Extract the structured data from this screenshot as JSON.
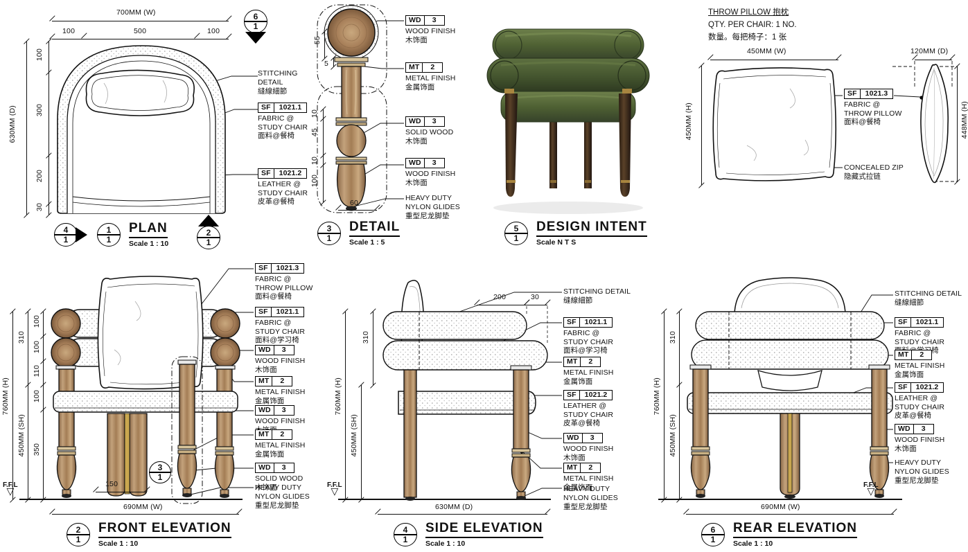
{
  "doc": {
    "background": "#ffffff",
    "line_color": "#111111"
  },
  "plan": {
    "marker_no": "1",
    "marker_sheet": "1",
    "title": "PLAN",
    "scale": "Scale 1 : 10",
    "nav": {
      "left": {
        "no": "4",
        "sheet": "1"
      },
      "right": {
        "no": "2",
        "sheet": "1"
      },
      "top": {
        "no": "6",
        "sheet": "1"
      }
    },
    "dims": {
      "overall_w": "700MM (W)",
      "w_segs": [
        "100",
        "500",
        "100"
      ],
      "overall_d": "630MM (D)",
      "d_segs": [
        "100",
        "300",
        "200",
        "30"
      ]
    },
    "labels": [
      {
        "l1": "STITCHING",
        "l2": "DETAIL",
        "zh": "縫線細節"
      },
      {
        "tag_code": "SF",
        "tag_num": "1021.1",
        "l1": "FABRIC @",
        "l2": "STUDY CHAIR",
        "zh": "面料@餐椅"
      },
      {
        "tag_code": "SF",
        "tag_num": "1021.2",
        "l1": "LEATHER @",
        "l2": "STUDY CHAIR",
        "zh": "皮革@餐椅"
      }
    ]
  },
  "detail": {
    "marker_no": "3",
    "marker_sheet": "1",
    "title": "DETAIL",
    "scale": "Scale 1 : 5",
    "dims": {
      "d55": "55",
      "d5": "5",
      "d10a": "10",
      "d45": "45",
      "d10b": "10",
      "d100": "100",
      "d60": "60"
    },
    "labels": [
      {
        "tag_code": "WD",
        "tag_num": "3",
        "l1": "WOOD FINISH",
        "zh": "木饰面"
      },
      {
        "tag_code": "MT",
        "tag_num": "2",
        "l1": "METAL FINISH",
        "zh": "金属饰面"
      },
      {
        "tag_code": "WD",
        "tag_num": "3",
        "l1": "SOLID WOOD",
        "zh": "木饰面"
      },
      {
        "tag_code": "WD",
        "tag_num": "3",
        "l1": "WOOD FINISH",
        "zh": "木饰面"
      },
      {
        "l1": "HEAVY DUTY",
        "l2": "NYLON GLIDES",
        "zh": "重型尼龙脚垫"
      }
    ]
  },
  "design_intent": {
    "marker_no": "5",
    "marker_sheet": "1",
    "title": "DESIGN INTENT",
    "scale": "Scale N T S",
    "colors": {
      "fabric_green": "#55683a",
      "fabric_green_dark": "#3c4a28",
      "walnut": "#3a2c1f",
      "brass": "#a8853f"
    }
  },
  "pillow": {
    "heading": "THROW PILLOW 抱枕",
    "qty_line": "QTY. PER CHAIR: 1 NO.",
    "qty_line_zh": "数量。每把椅子：1 张",
    "dims": {
      "w": "450MM (W)",
      "h": "450MM (H)",
      "d": "120MM (D)",
      "h_side": "448MM (H)"
    },
    "labels": [
      {
        "tag_code": "SF",
        "tag_num": "1021.3",
        "l1": "FABRIC @",
        "l2": "THROW PILLOW",
        "zh": "面料@餐椅"
      },
      {
        "l1": "CONCEALED ZIP",
        "zh": "隐藏式拉链"
      }
    ]
  },
  "front": {
    "marker_no": "2",
    "marker_sheet": "1",
    "title": "FRONT ELEVATION",
    "scale": "Scale 1 : 10",
    "detail_ref": {
      "no": "3",
      "sheet": "1"
    },
    "ffl": "F.F.L",
    "ffl_tri": "▽",
    "dims": {
      "h": "760MM (H)",
      "sh": "450MM (SH)",
      "d310": "310",
      "segs": [
        "100",
        "100",
        "110",
        "100",
        "350"
      ],
      "d150": "150",
      "w": "690MM (W)"
    },
    "labels": [
      {
        "tag_code": "SF",
        "tag_num": "1021.3",
        "l1": "FABRIC @",
        "l2": "THROW PILLOW",
        "zh": "面料@餐椅"
      },
      {
        "tag_code": "SF",
        "tag_num": "1021.1",
        "l1": "FABRIC @",
        "l2": "STUDY CHAIR",
        "zh": "面料@学习椅"
      },
      {
        "tag_code": "WD",
        "tag_num": "3",
        "l1": "WOOD FINISH",
        "zh": "木饰面"
      },
      {
        "tag_code": "MT",
        "tag_num": "2",
        "l1": "METAL FINISH",
        "zh": "金属饰面"
      },
      {
        "tag_code": "WD",
        "tag_num": "3",
        "l1": "WOOD FINISH",
        "zh": "木饰面"
      },
      {
        "tag_code": "MT",
        "tag_num": "2",
        "l1": "METAL FINISH",
        "zh": "金属饰面"
      },
      {
        "tag_code": "WD",
        "tag_num": "3",
        "l1": "SOLID WOOD",
        "zh": "木饰面"
      },
      {
        "l1": "HEAVY DUTY",
        "l2": "NYLON GLIDES",
        "zh": "重型尼龙脚垫"
      }
    ]
  },
  "side": {
    "marker_no": "4",
    "marker_sheet": "1",
    "title": "SIDE ELEVATION",
    "scale": "Scale 1 : 10",
    "ffl": "F.F.L",
    "ffl_tri": "▽",
    "dims": {
      "h": "760MM (H)",
      "sh": "450MM (SH)",
      "d310": "310",
      "d200": "200",
      "d30": "30",
      "d": "630MM (D)"
    },
    "labels": [
      {
        "l1": "STITCHING DETAIL",
        "zh": "缝線細節"
      },
      {
        "tag_code": "SF",
        "tag_num": "1021.1",
        "l1": "FABRIC @",
        "l2": "STUDY CHAIR",
        "zh": "面料@学习椅"
      },
      {
        "tag_code": "MT",
        "tag_num": "2",
        "l1": "METAL FINISH",
        "zh": "金属饰面"
      },
      {
        "tag_code": "SF",
        "tag_num": "1021.2",
        "l1": "LEATHER @",
        "l2": "STUDY CHAIR",
        "zh": "皮革@餐椅"
      },
      {
        "tag_code": "WD",
        "tag_num": "3",
        "l1": "WOOD FINISH",
        "zh": "木饰面"
      },
      {
        "tag_code": "MT",
        "tag_num": "2",
        "l1": "METAL FINISH",
        "zh": "金属饰面"
      },
      {
        "l1": "HEAVY DUTY",
        "l2": "NYLON GLIDES",
        "zh": "重型尼龙脚垫"
      }
    ]
  },
  "rear": {
    "marker_no": "6",
    "marker_sheet": "1",
    "title": "REAR ELEVATION",
    "scale": "Scale 1 : 10",
    "ffl": "F.F.L",
    "ffl_tri": "▽",
    "dims": {
      "h": "760MM (H)",
      "sh": "450MM (SH)",
      "d310": "310",
      "w": "690MM (W)"
    },
    "labels": [
      {
        "l1": "STITCHING DETAIL",
        "zh": "缝線細節"
      },
      {
        "tag_code": "SF",
        "tag_num": "1021.1",
        "l1": "FABRIC @",
        "l2": "STUDY CHAIR",
        "zh": "面料@学习椅"
      },
      {
        "tag_code": "MT",
        "tag_num": "2",
        "l1": "METAL FINISH",
        "zh": "金属饰面"
      },
      {
        "tag_code": "SF",
        "tag_num": "1021.2",
        "l1": "LEATHER @",
        "l2": "STUDY CHAIR",
        "zh": "皮革@餐椅"
      },
      {
        "tag_code": "WD",
        "tag_num": "3",
        "l1": "WOOD FINISH",
        "zh": "木饰面"
      },
      {
        "l1": "HEAVY DUTY",
        "l2": "NYLON GLIDES",
        "zh": "重型尼龙脚垫"
      }
    ]
  }
}
